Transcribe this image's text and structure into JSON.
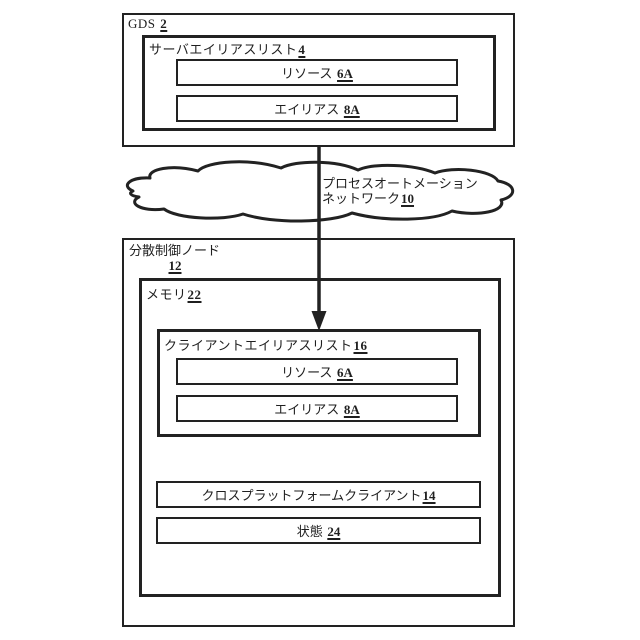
{
  "colors": {
    "line": "#222222",
    "background": "#ffffff",
    "text": "#1f1f1f"
  },
  "diagram": {
    "gds": {
      "label": "GDS ",
      "ref": "2"
    },
    "server_alias_list": {
      "label": "サーバエイリアスリスト",
      "ref": "4"
    },
    "server_resource": {
      "label": "リソース ",
      "ref": "6A"
    },
    "server_alias": {
      "label": "エイリアス ",
      "ref": "8A"
    },
    "network": {
      "label_line1": "プロセスオートメーション",
      "label_line2": "ネットワーク",
      "ref": "10"
    },
    "distributed_control_node": {
      "label": "分散制御ノード",
      "ref": "12"
    },
    "memory": {
      "label": "メモリ",
      "ref": "22"
    },
    "client_alias_list": {
      "label": "クライアントエイリアスリスト",
      "ref": "16"
    },
    "client_resource": {
      "label": "リソース ",
      "ref": "6A"
    },
    "client_alias": {
      "label": "エイリアス ",
      "ref": "8A"
    },
    "cross_platform_client": {
      "label": "クロスプラットフォームクライアント",
      "ref": "14"
    },
    "state": {
      "label": "状態 ",
      "ref": "24"
    }
  }
}
